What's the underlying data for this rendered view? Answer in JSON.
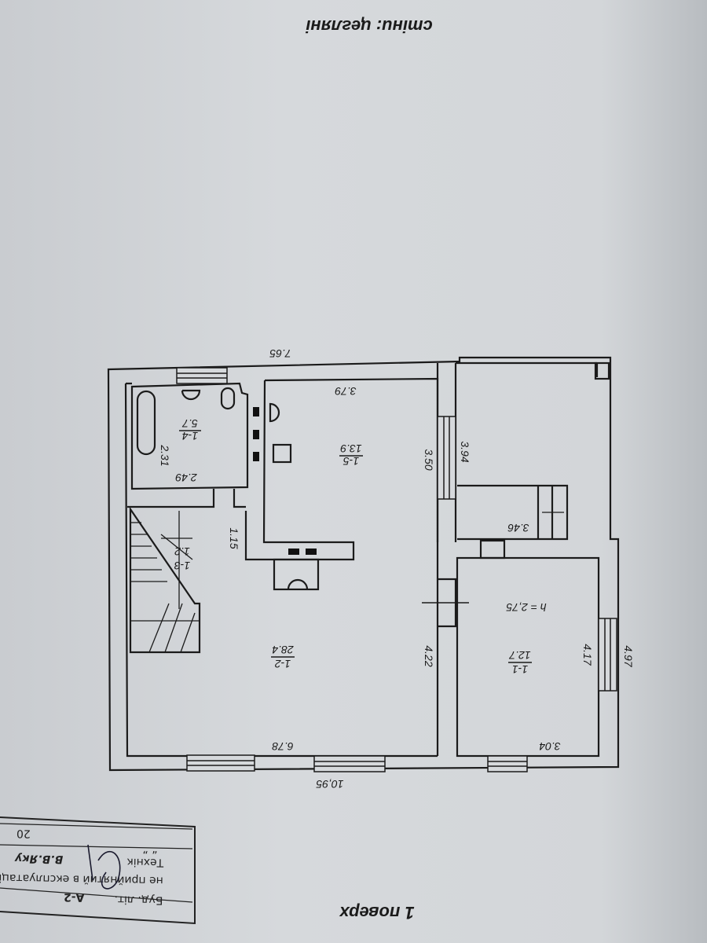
{
  "header": {
    "walls_note": "стіни: цегляні"
  },
  "plan": {
    "title": "1 поверх",
    "rooms": [
      {
        "id": "1-1",
        "area": "12.7"
      },
      {
        "id": "1-2",
        "area": "28.4"
      },
      {
        "id": "1-3",
        "area": "1.2"
      },
      {
        "id": "1-4",
        "area": "5.7"
      },
      {
        "id": "1-5",
        "area": "13.9"
      }
    ],
    "dimensions": {
      "top_overall": "7.65",
      "kitchen_width": "3.79",
      "kitchen_depth": "3.50",
      "right_upper": "3.94",
      "bath_depth": "2.31",
      "bath_width": "2.49",
      "corridor": "1.15",
      "stairs_width": "3.46",
      "height": "h = 2,75",
      "hall_depth": "4.22",
      "room_depth": "4.17",
      "right_overall": "4.97",
      "hall_width": "6.78",
      "room_width": "3.04",
      "bottom_overall": "10,95"
    }
  },
  "stamp": {
    "building_label": "Буд. літ.",
    "building_code": "А-2",
    "status": "не прийнятий в експлуатацію",
    "role": "Технік",
    "date_quotes": "“ ”",
    "year": "20",
    "name": "В.В.Яку"
  }
}
